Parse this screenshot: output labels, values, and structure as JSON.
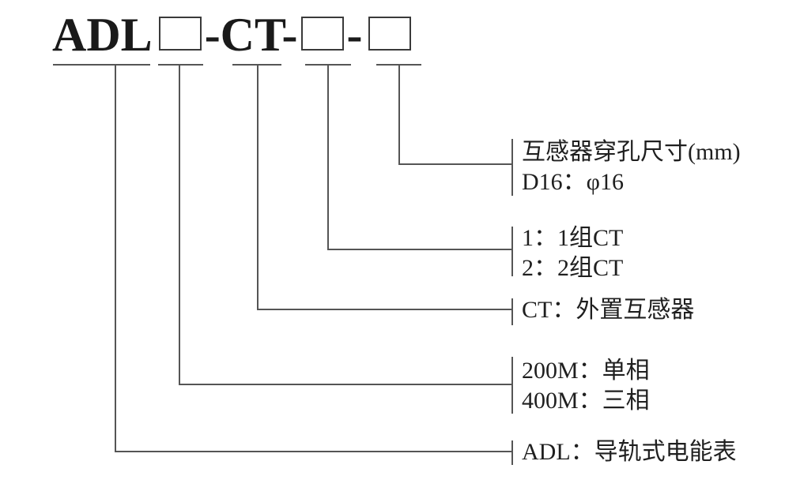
{
  "model": {
    "prefix": "ADL",
    "mid": "-CT-",
    "dash": "-"
  },
  "labels": [
    {
      "id": "hole-size",
      "lines": [
        "互感器穿孔尺寸(mm)",
        "D16：φ16"
      ]
    },
    {
      "id": "ct-groups",
      "lines": [
        "1：1组CT",
        "2：2组CT"
      ]
    },
    {
      "id": "external-ct",
      "lines": [
        "CT：外置互感器"
      ]
    },
    {
      "id": "phase-type",
      "lines": [
        "200M：单相",
        "400M：三相"
      ]
    },
    {
      "id": "series-name",
      "lines": [
        "ADL：导轨式电能表"
      ]
    }
  ],
  "colors": {
    "line": "#555555",
    "text": "#1f1f1f",
    "box_border": "#3a3a3a",
    "background": "#ffffff"
  }
}
